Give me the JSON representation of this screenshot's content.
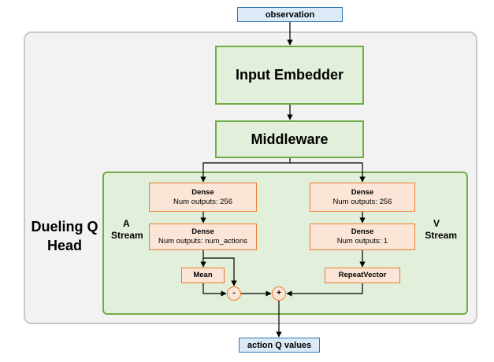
{
  "nodes": {
    "observation": "observation",
    "input_embedder": "Input Embedder",
    "middleware": "Middleware",
    "head_label_line1": "Dueling Q",
    "head_label_line2": "Head",
    "a_stream_line1": "A",
    "a_stream_line2": "Stream",
    "v_stream_line1": "V",
    "v_stream_line2": "Stream",
    "a_dense1_title": "Dense",
    "a_dense1_sub": "Num outputs: 256",
    "a_dense2_title": "Dense",
    "a_dense2_sub": "Num outputs: num_actions",
    "v_dense1_title": "Dense",
    "v_dense1_sub": "Num outputs: 256",
    "v_dense2_title": "Dense",
    "v_dense2_sub": "Num outputs: 1",
    "mean": "Mean",
    "repeat_vector": "RepeatVector",
    "minus": "-",
    "plus": "+",
    "output": "action Q values"
  },
  "colors": {
    "blue_fill": "#dceaf7",
    "blue_border": "#2e75b6",
    "green_fill": "#e2efda",
    "green_border": "#70ad47",
    "orange_fill": "#fbe5d6",
    "orange_border": "#ed7d31",
    "panel_fill": "#f2f2f2",
    "panel_border": "#c8c8c8",
    "edge": "#000000"
  }
}
